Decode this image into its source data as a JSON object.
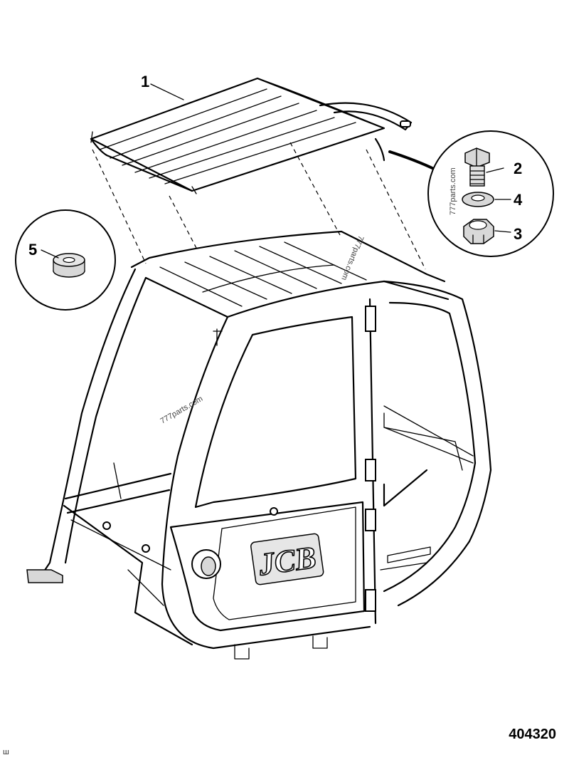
{
  "figure": {
    "number": "404320",
    "corner_mark": "ш"
  },
  "callouts": [
    {
      "id": "1"
    },
    {
      "id": "2"
    },
    {
      "id": "4"
    },
    {
      "id": "3"
    },
    {
      "id": "5"
    }
  ],
  "watermarks": [
    "777parts.com",
    "777parts.com",
    "777parts.com"
  ],
  "logo": "JCB"
}
